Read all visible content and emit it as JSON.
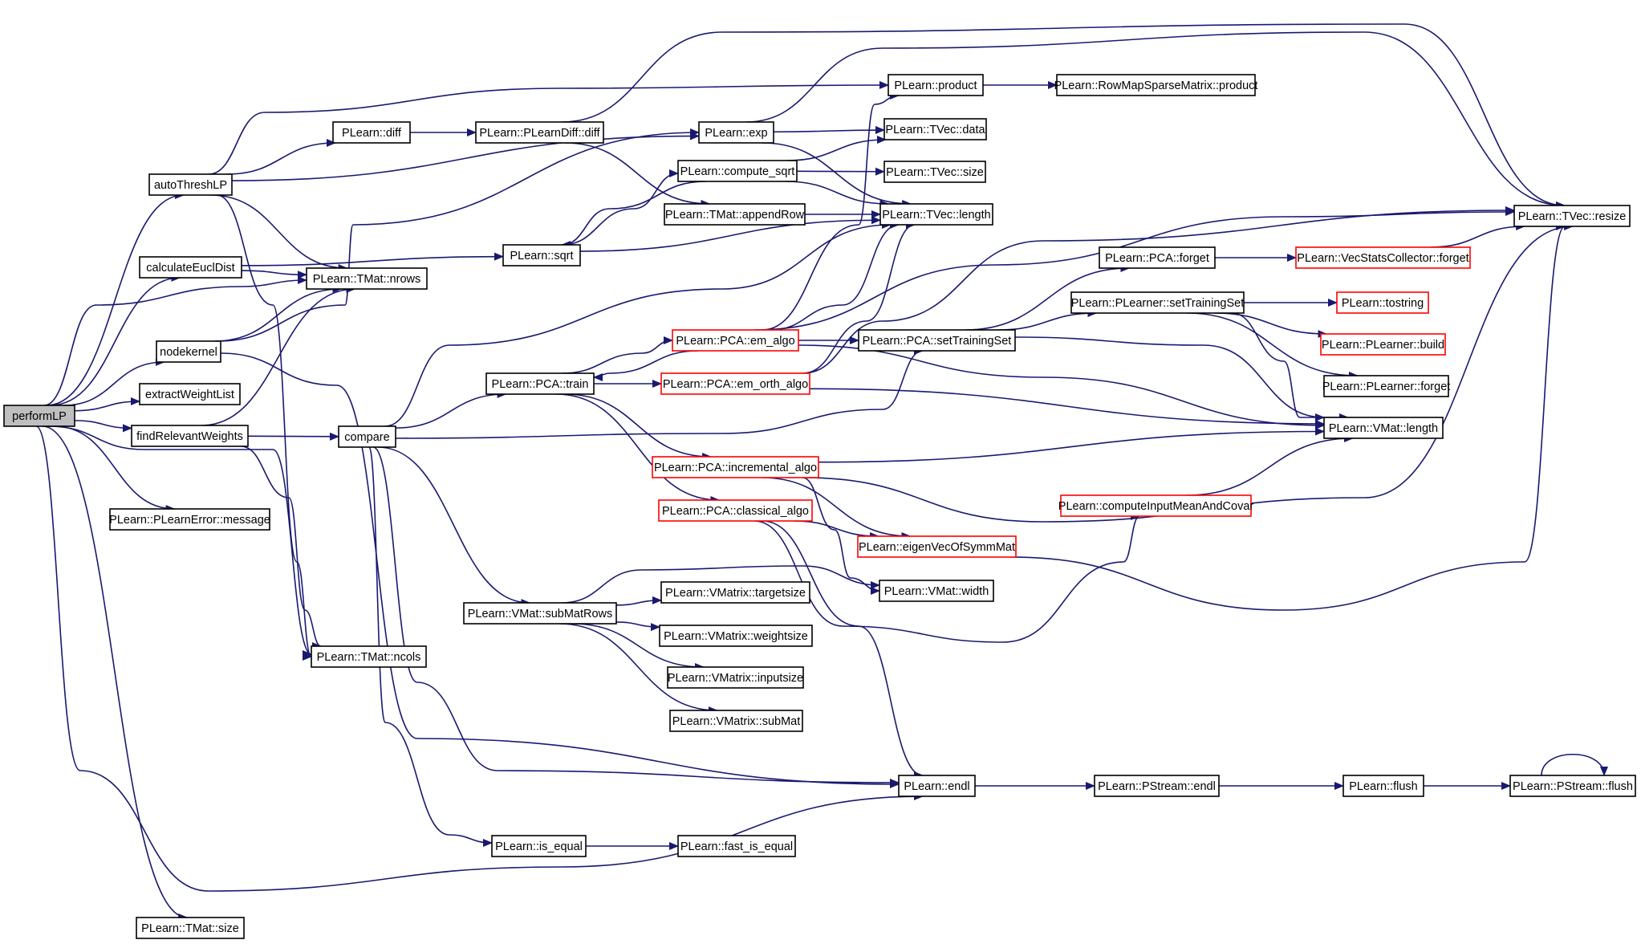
{
  "diagram": {
    "title": "",
    "colors": {
      "edge": "#191970",
      "border_default": "#000000",
      "border_truncated": "#ff0000",
      "fill_root": "#bfbfbf",
      "fill_default": "#ffffff",
      "text": "#000000"
    },
    "nodes": [
      {
        "id": "performLP",
        "label": "performLP",
        "style": "root"
      },
      {
        "id": "autoThreshLP",
        "label": "autoThreshLP",
        "style": "normal"
      },
      {
        "id": "calculateEuclDist",
        "label": "calculateEuclDist",
        "style": "normal"
      },
      {
        "id": "nodekernel",
        "label": "nodekernel",
        "style": "normal"
      },
      {
        "id": "extractWeightList",
        "label": "extractWeightList",
        "style": "normal"
      },
      {
        "id": "findRelevantWeights",
        "label": "findRelevantWeights",
        "style": "normal"
      },
      {
        "id": "message",
        "label": "PLearn::PLearnError::message",
        "style": "normal"
      },
      {
        "id": "tmat_size",
        "label": "PLearn::TMat::size",
        "style": "normal"
      },
      {
        "id": "diff",
        "label": "PLearn::diff",
        "style": "normal"
      },
      {
        "id": "pldiff",
        "label": "PLearn::PLearnDiff::diff",
        "style": "normal"
      },
      {
        "id": "nrows",
        "label": "PLearn::TMat::nrows",
        "style": "normal"
      },
      {
        "id": "ncols",
        "label": "PLearn::TMat::ncols",
        "style": "normal"
      },
      {
        "id": "sqrt",
        "label": "PLearn::sqrt",
        "style": "normal"
      },
      {
        "id": "compare",
        "label": "compare",
        "style": "normal"
      },
      {
        "id": "exp",
        "label": "PLearn::exp",
        "style": "normal"
      },
      {
        "id": "compute_sqrt",
        "label": "PLearn::compute_sqrt",
        "style": "normal"
      },
      {
        "id": "appendRow",
        "label": "PLearn::TMat::appendRow",
        "style": "normal"
      },
      {
        "id": "train",
        "label": "PLearn::PCA::train",
        "style": "normal"
      },
      {
        "id": "subMatRows",
        "label": "PLearn::VMat::subMatRows",
        "style": "normal"
      },
      {
        "id": "is_equal",
        "label": "PLearn::is_equal",
        "style": "normal"
      },
      {
        "id": "fast_is_equal",
        "label": "PLearn::fast_is_equal",
        "style": "normal"
      },
      {
        "id": "product",
        "label": "PLearn::product",
        "style": "normal"
      },
      {
        "id": "rmsm_product",
        "label": "PLearn::RowMapSparseMatrix::product",
        "style": "normal"
      },
      {
        "id": "tvec_data",
        "label": "PLearn::TVec::data",
        "style": "normal"
      },
      {
        "id": "tvec_size",
        "label": "PLearn::TVec::size",
        "style": "normal"
      },
      {
        "id": "tvec_length",
        "label": "PLearn::TVec::length",
        "style": "normal"
      },
      {
        "id": "em_algo",
        "label": "PLearn::PCA::em_algo",
        "style": "truncated"
      },
      {
        "id": "em_orth_algo",
        "label": "PLearn::PCA::em_orth_algo",
        "style": "truncated"
      },
      {
        "id": "incremental_algo",
        "label": "PLearn::PCA::incremental_algo",
        "style": "truncated"
      },
      {
        "id": "classical_algo",
        "label": "PLearn::PCA::classical_algo",
        "style": "truncated"
      },
      {
        "id": "targetsize",
        "label": "PLearn::VMatrix::targetsize",
        "style": "normal"
      },
      {
        "id": "weightsize",
        "label": "PLearn::VMatrix::weightsize",
        "style": "normal"
      },
      {
        "id": "inputsize",
        "label": "PLearn::VMatrix::inputsize",
        "style": "normal"
      },
      {
        "id": "subMat",
        "label": "PLearn::VMatrix::subMat",
        "style": "normal"
      },
      {
        "id": "endl",
        "label": "PLearn::endl",
        "style": "normal"
      },
      {
        "id": "pca_forget",
        "label": "PLearn::PCA::forget",
        "style": "normal"
      },
      {
        "id": "setTrainingSet_pca",
        "label": "PLearn::PCA::setTrainingSet",
        "style": "normal"
      },
      {
        "id": "eigenVec",
        "label": "PLearn::eigenVecOfSymmMat",
        "style": "truncated"
      },
      {
        "id": "vmat_width",
        "label": "PLearn::VMat::width",
        "style": "normal"
      },
      {
        "id": "setTrainingSet_pl",
        "label": "PLearn::PLearner::setTrainingSet",
        "style": "normal"
      },
      {
        "id": "computeInputMeanAndCovar",
        "label": "PLearn::computeInputMeanAndCovar",
        "style": "truncated"
      },
      {
        "id": "pstream_endl",
        "label": "PLearn::PStream::endl",
        "style": "normal"
      },
      {
        "id": "vsc_forget",
        "label": "PLearn::VecStatsCollector::forget",
        "style": "truncated"
      },
      {
        "id": "tostring",
        "label": "PLearn::tostring",
        "style": "truncated"
      },
      {
        "id": "build",
        "label": "PLearn::PLearner::build",
        "style": "truncated"
      },
      {
        "id": "pl_forget",
        "label": "PLearn::PLearner::forget",
        "style": "normal"
      },
      {
        "id": "vmat_length",
        "label": "PLearn::VMat::length",
        "style": "normal"
      },
      {
        "id": "flush",
        "label": "PLearn::flush",
        "style": "normal"
      },
      {
        "id": "tvec_resize",
        "label": "PLearn::TVec::resize",
        "style": "normal"
      },
      {
        "id": "pstream_flush",
        "label": "PLearn::PStream::flush",
        "style": "normal"
      }
    ],
    "edges": [
      [
        "performLP",
        "autoThreshLP"
      ],
      [
        "performLP",
        "calculateEuclDist"
      ],
      [
        "performLP",
        "nodekernel"
      ],
      [
        "performLP",
        "extractWeightList"
      ],
      [
        "performLP",
        "findRelevantWeights"
      ],
      [
        "performLP",
        "message"
      ],
      [
        "performLP",
        "tmat_size"
      ],
      [
        "performLP",
        "nrows"
      ],
      [
        "performLP",
        "ncols"
      ],
      [
        "performLP",
        "endl"
      ],
      [
        "autoThreshLP",
        "diff"
      ],
      [
        "autoThreshLP",
        "exp"
      ],
      [
        "autoThreshLP",
        "product"
      ],
      [
        "autoThreshLP",
        "nrows"
      ],
      [
        "autoThreshLP",
        "ncols"
      ],
      [
        "diff",
        "pldiff"
      ],
      [
        "pldiff",
        "appendRow"
      ],
      [
        "pldiff",
        "tvec_resize"
      ],
      [
        "calculateEuclDist",
        "sqrt"
      ],
      [
        "calculateEuclDist",
        "nrows"
      ],
      [
        "nodekernel",
        "nrows"
      ],
      [
        "nodekernel",
        "exp"
      ],
      [
        "nodekernel",
        "endl"
      ],
      [
        "findRelevantWeights",
        "compare"
      ],
      [
        "findRelevantWeights",
        "nrows"
      ],
      [
        "findRelevantWeights",
        "ncols"
      ],
      [
        "compare",
        "train"
      ],
      [
        "compare",
        "setTrainingSet_pca"
      ],
      [
        "compare",
        "subMatRows"
      ],
      [
        "compare",
        "is_equal"
      ],
      [
        "compare",
        "endl"
      ],
      [
        "compare",
        "tvec_length"
      ],
      [
        "exp",
        "tvec_data"
      ],
      [
        "exp",
        "tvec_length"
      ],
      [
        "exp",
        "tvec_resize"
      ],
      [
        "compute_sqrt",
        "sqrt"
      ],
      [
        "compute_sqrt",
        "tvec_data"
      ],
      [
        "compute_sqrt",
        "tvec_size"
      ],
      [
        "compute_sqrt",
        "tvec_length"
      ],
      [
        "sqrt",
        "compute_sqrt"
      ],
      [
        "sqrt",
        "tvec_length"
      ],
      [
        "appendRow",
        "tvec_length"
      ],
      [
        "product",
        "rmsm_product"
      ],
      [
        "train",
        "em_algo"
      ],
      [
        "train",
        "em_orth_algo"
      ],
      [
        "train",
        "incremental_algo"
      ],
      [
        "train",
        "classical_algo"
      ],
      [
        "em_algo",
        "train"
      ],
      [
        "em_algo",
        "product"
      ],
      [
        "em_algo",
        "tvec_length"
      ],
      [
        "em_algo",
        "setTrainingSet_pca"
      ],
      [
        "em_algo",
        "vmat_length"
      ],
      [
        "em_algo",
        "tvec_resize"
      ],
      [
        "em_orth_algo",
        "tvec_length"
      ],
      [
        "em_orth_algo",
        "vmat_length"
      ],
      [
        "em_orth_algo",
        "tvec_resize"
      ],
      [
        "incremental_algo",
        "vmat_length"
      ],
      [
        "incremental_algo",
        "eigenVec"
      ],
      [
        "incremental_algo",
        "vmat_width"
      ],
      [
        "incremental_algo",
        "tvec_resize"
      ],
      [
        "classical_algo",
        "eigenVec"
      ],
      [
        "classical_algo",
        "computeInputMeanAndCovar"
      ],
      [
        "classical_algo",
        "endl"
      ],
      [
        "subMatRows",
        "targetsize"
      ],
      [
        "subMatRows",
        "weightsize"
      ],
      [
        "subMatRows",
        "inputsize"
      ],
      [
        "subMatRows",
        "subMat"
      ],
      [
        "subMatRows",
        "vmat_width"
      ],
      [
        "is_equal",
        "fast_is_equal"
      ],
      [
        "setTrainingSet_pca",
        "pca_forget"
      ],
      [
        "setTrainingSet_pca",
        "setTrainingSet_pl"
      ],
      [
        "setTrainingSet_pca",
        "vmat_length"
      ],
      [
        "pca_forget",
        "vsc_forget"
      ],
      [
        "vsc_forget",
        "tvec_resize"
      ],
      [
        "setTrainingSet_pl",
        "tostring"
      ],
      [
        "setTrainingSet_pl",
        "build"
      ],
      [
        "setTrainingSet_pl",
        "pl_forget"
      ],
      [
        "setTrainingSet_pl",
        "vmat_length"
      ],
      [
        "eigenVec",
        "tvec_resize"
      ],
      [
        "computeInputMeanAndCovar",
        "vmat_length"
      ],
      [
        "endl",
        "pstream_endl"
      ],
      [
        "pstream_endl",
        "flush"
      ],
      [
        "flush",
        "pstream_flush"
      ],
      [
        "pstream_flush",
        "pstream_flush"
      ]
    ]
  }
}
